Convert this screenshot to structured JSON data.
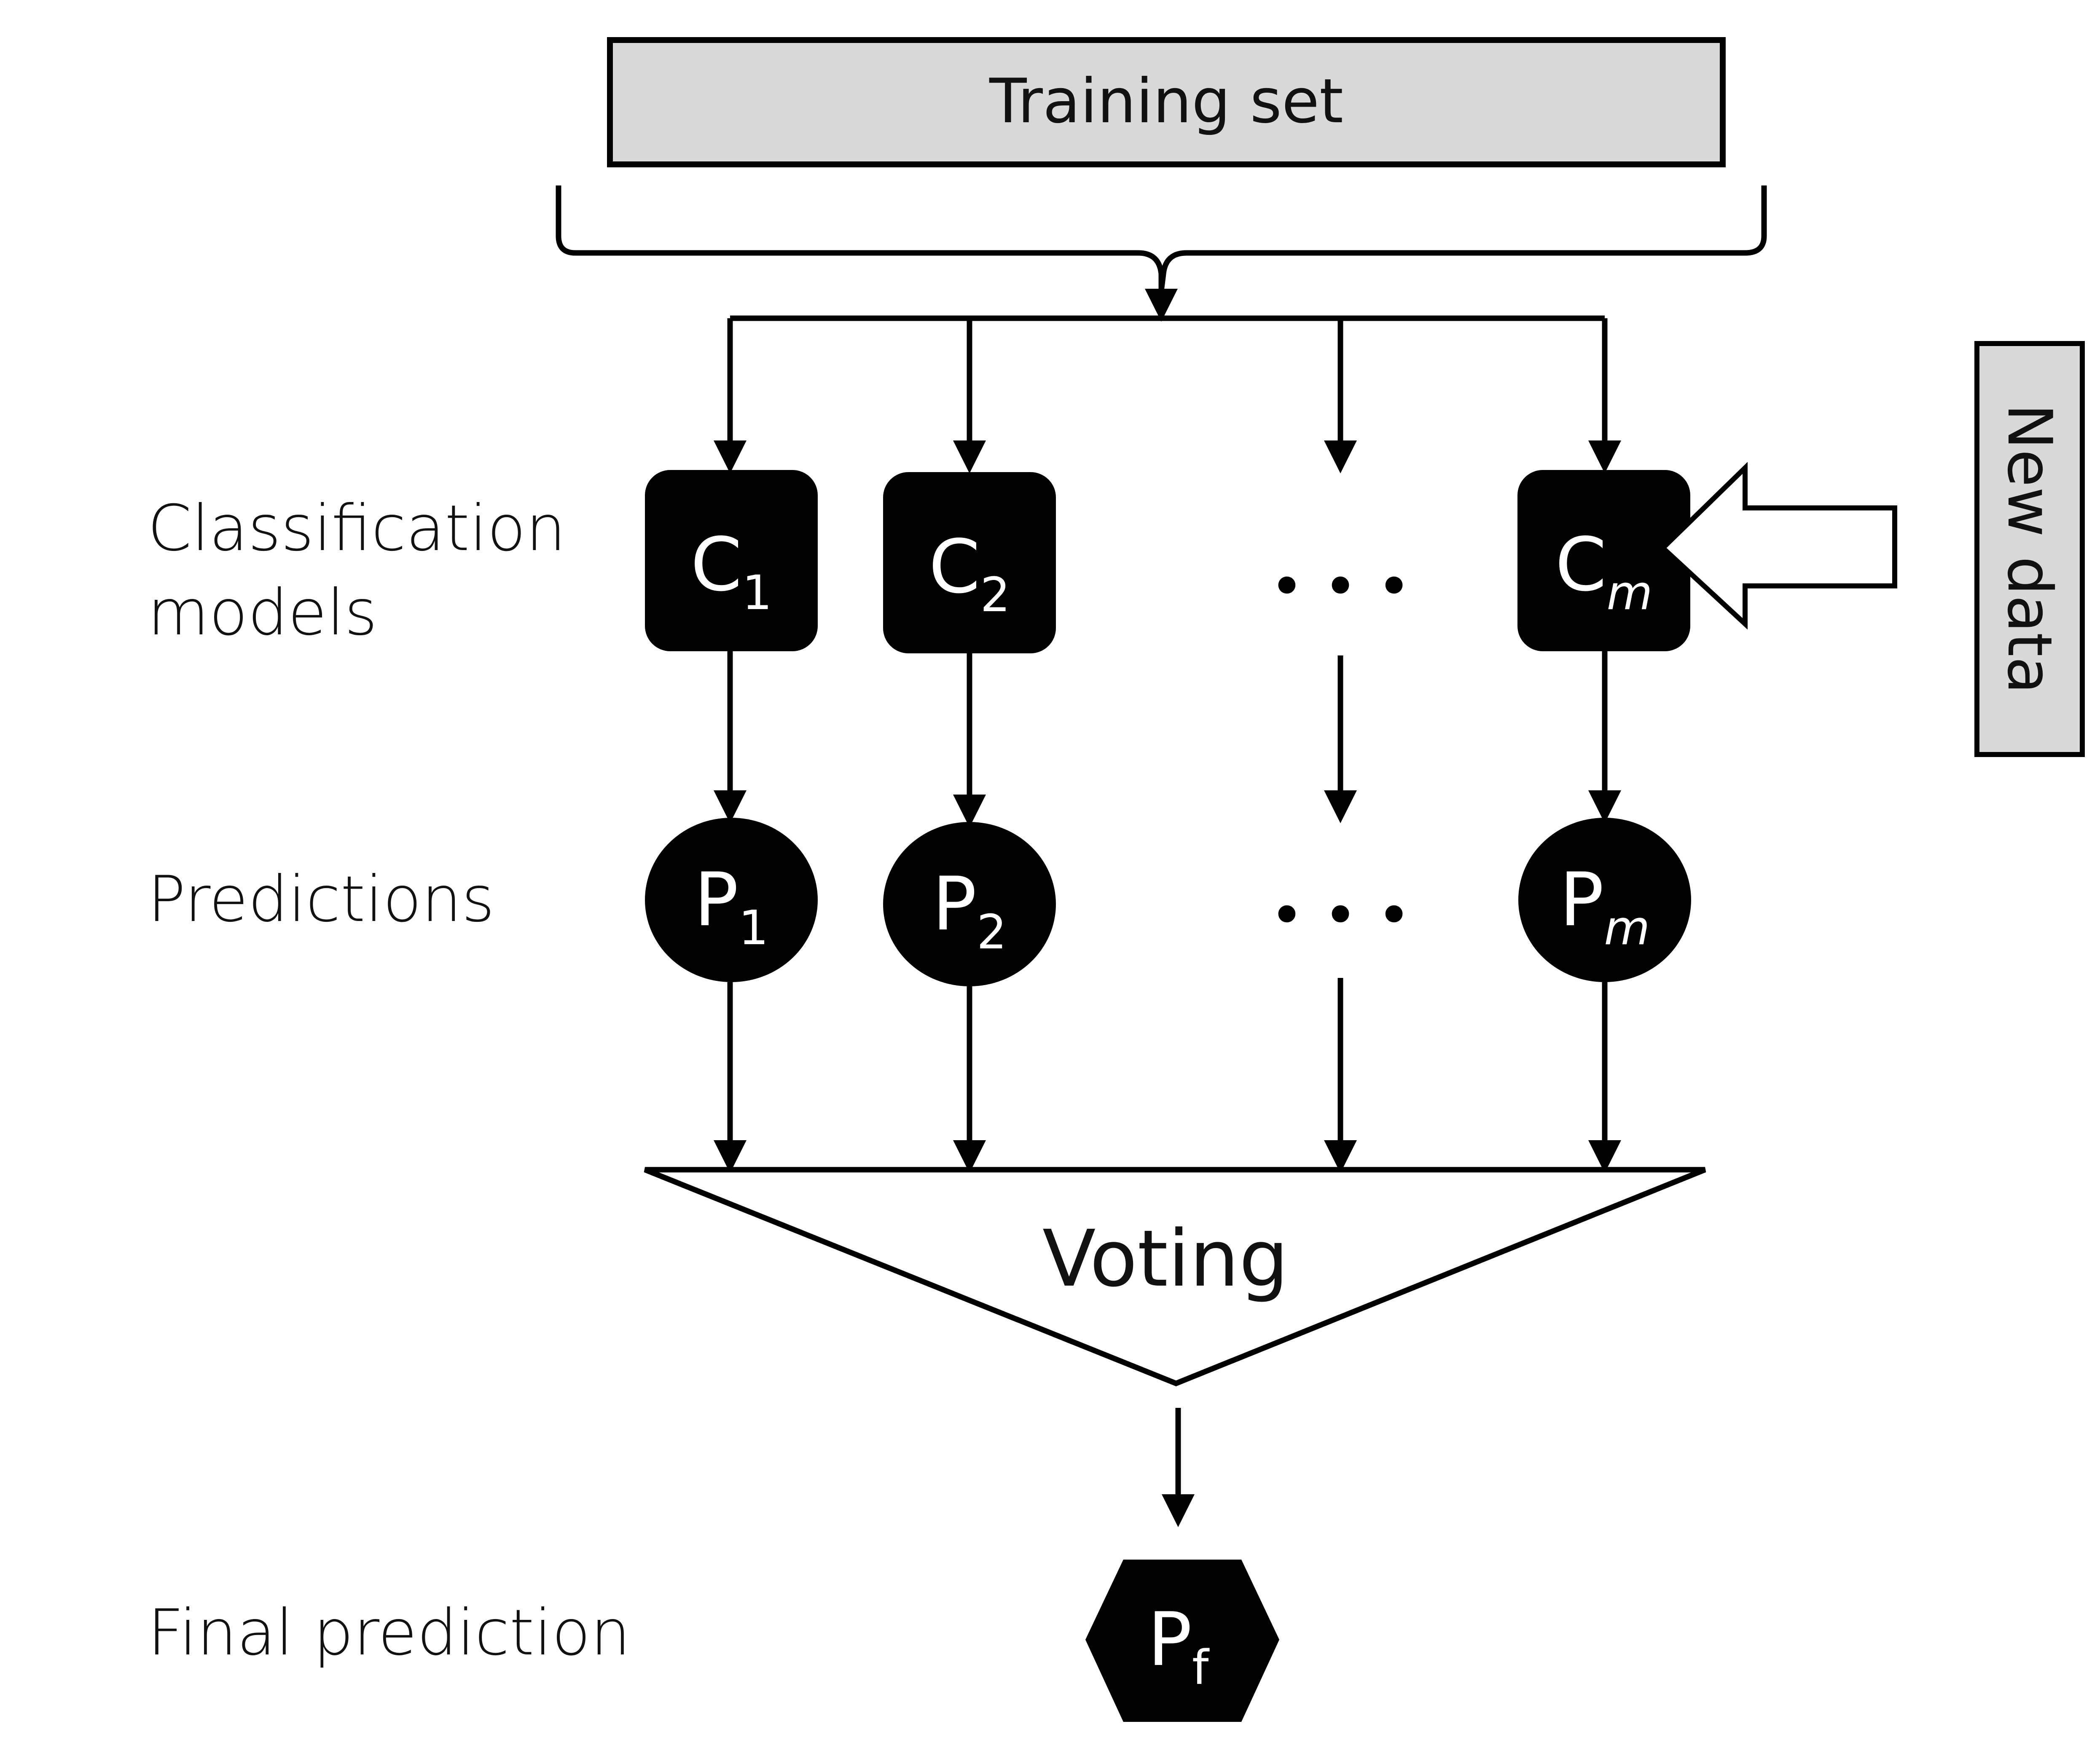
{
  "training_set": {
    "label": "Training set"
  },
  "new_data": {
    "label": "New data"
  },
  "rows": {
    "classification_models": {
      "line1": "Classification",
      "line2": "models"
    },
    "predictions": {
      "label": "Predictions"
    },
    "final_prediction": {
      "label": "Final prediction"
    }
  },
  "classifiers": [
    {
      "main": "C",
      "sub": "1"
    },
    {
      "main": "C",
      "sub": "2"
    },
    {
      "main": "C",
      "sub": "m"
    }
  ],
  "predictions": [
    {
      "main": "P",
      "sub": "1"
    },
    {
      "main": "P",
      "sub": "2"
    },
    {
      "main": "P",
      "sub": "m"
    }
  ],
  "ellipsis": "• • •",
  "voting": {
    "label": "Voting"
  },
  "final": {
    "main": "P",
    "sub": "f"
  },
  "colors": {
    "box_fill": "#d9d9d9",
    "node_fill": "#000000",
    "line": "#000000"
  }
}
